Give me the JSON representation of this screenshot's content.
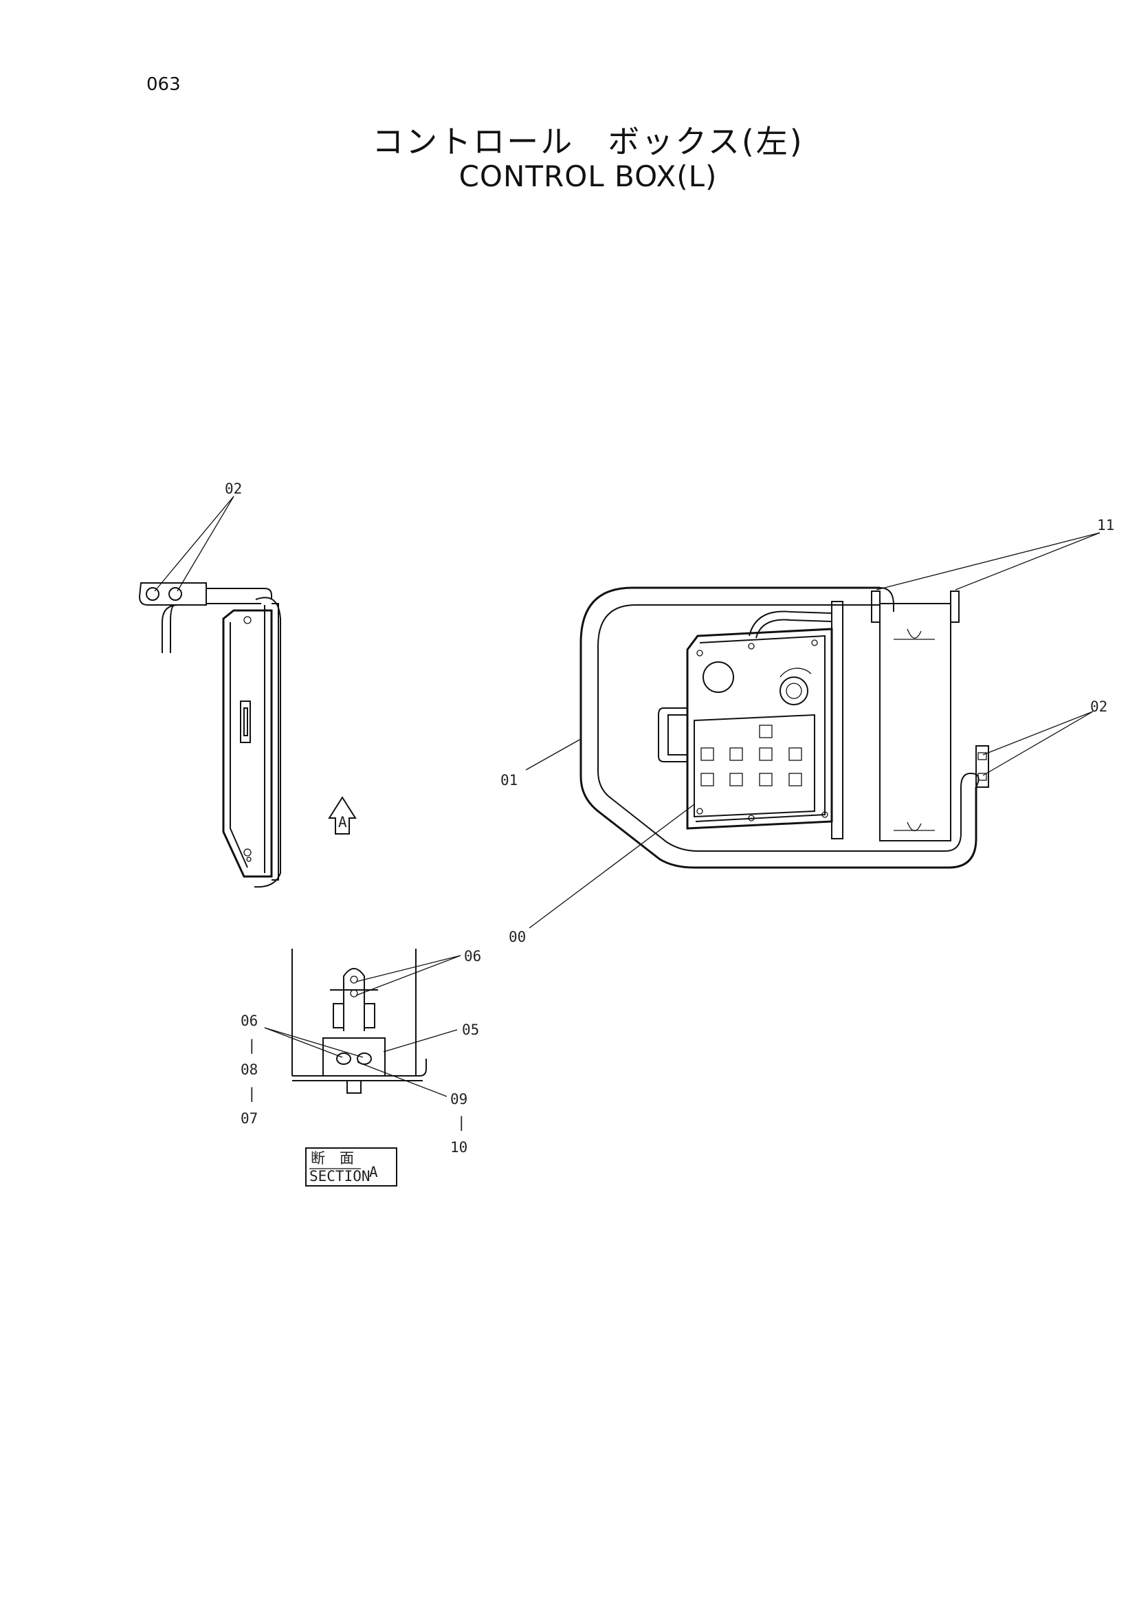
{
  "page_number": "063",
  "title_jp": "コントロール　ボックス(左)",
  "title_en": "CONTROL  BOX(L)",
  "view_marker": "A",
  "section_box": {
    "jp": "断　面",
    "en": "SECTION",
    "letter": "A"
  },
  "callouts": {
    "c00": "00",
    "c01": "01",
    "c02_left": "02",
    "c02_right": "02",
    "c05": "05",
    "c06_top": "06",
    "c06_left": "06",
    "c07": "07",
    "c08": "08",
    "c09": "09",
    "c10": "10",
    "c11": "11"
  },
  "range_dash": "|"
}
